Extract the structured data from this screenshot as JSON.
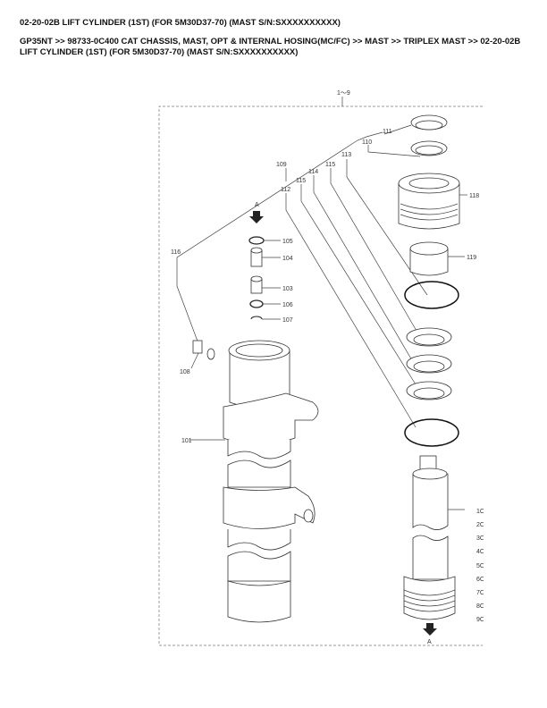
{
  "page_title": "02-20-02B LIFT CYLINDER (1ST) (FOR 5M30D37-70) (MAST S/N:SXXXXXXXXXX)",
  "breadcrumb": "GP35NT >> 98733-0C400 CAT CHASSIS, MAST, OPT & INTERNAL HOSING(MC/FC) >> MAST >> TRIPLEX MAST >> 02-20-02B LIFT CYLINDER (1ST) (FOR 5M30D37-70) (MAST S/N:SXXXXXXXXXX)",
  "diagram": {
    "assembly_label": "1～9",
    "view_marker_top": "A",
    "view_marker_bottom": "A",
    "callouts": {
      "c111": "111",
      "c110": "110",
      "c113": "113",
      "c115a": "115",
      "c114": "114",
      "c109": "109",
      "c115b": "115",
      "c112": "112",
      "c118": "118",
      "c105": "105",
      "c104": "104",
      "c116": "116",
      "c119": "119",
      "c103": "103",
      "c106": "106",
      "c107": "107",
      "c108": "108",
      "c101": "101"
    },
    "cut_labels": [
      "1C",
      "2C",
      "3C",
      "4C",
      "5C",
      "6C",
      "7C",
      "8C",
      "9C"
    ]
  }
}
